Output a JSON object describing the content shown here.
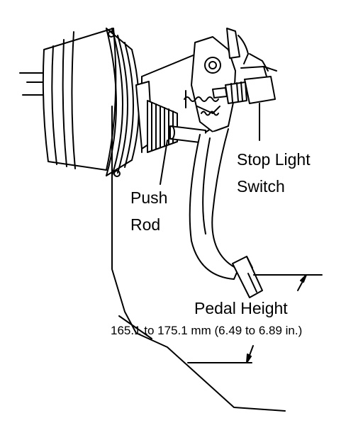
{
  "labels": {
    "stop_light_1": "Stop Light",
    "stop_light_2": "Switch",
    "push_rod_1": "Push",
    "push_rod_2": "Rod",
    "pedal_height": "Pedal Height",
    "spec": "165.1 to 175.1 mm (6.49 to 6.89 in.)"
  }
}
